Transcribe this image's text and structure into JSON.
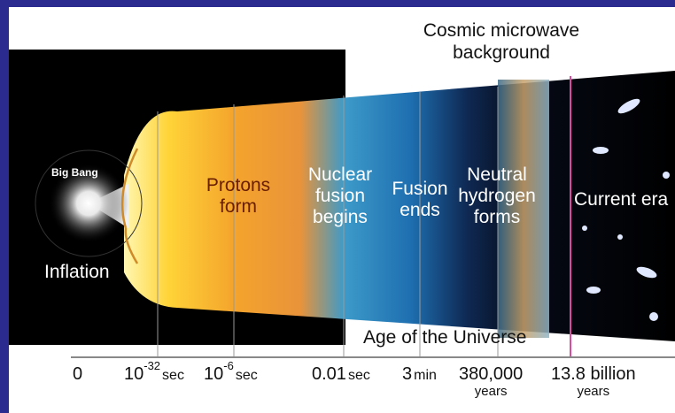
{
  "header": {
    "cmb_label_line1": "Cosmic microwave",
    "cmb_label_line2": "background"
  },
  "labels": {
    "big_bang": "Big Bang",
    "inflation": "Inflation",
    "protons_form_l1": "Protons",
    "protons_form_l2": "form",
    "nuclear_l1": "Nuclear",
    "nuclear_l2": "fusion",
    "nuclear_l3": "begins",
    "fusion_ends_l1": "Fusion",
    "fusion_ends_l2": "ends",
    "neutral_l1": "Neutral",
    "neutral_l2": "hydrogen",
    "neutral_l3": "forms",
    "current_era": "Current era"
  },
  "axis": {
    "title": "Age of the Universe",
    "ticks": [
      {
        "base": "0"
      },
      {
        "base": "10",
        "exp": "-32",
        "unit": "sec"
      },
      {
        "base": "10",
        "exp": "-6",
        "unit": "sec"
      },
      {
        "base": "0.01",
        "unit": "sec"
      },
      {
        "base": "3",
        "unit": "min"
      },
      {
        "base": "380,000",
        "sub": "years"
      },
      {
        "base": "13.8 billion",
        "sub": "years"
      }
    ]
  },
  "colors": {
    "frame": "#2b2a8f",
    "cmb_line": "#d94aa0",
    "axis": "#888888"
  }
}
